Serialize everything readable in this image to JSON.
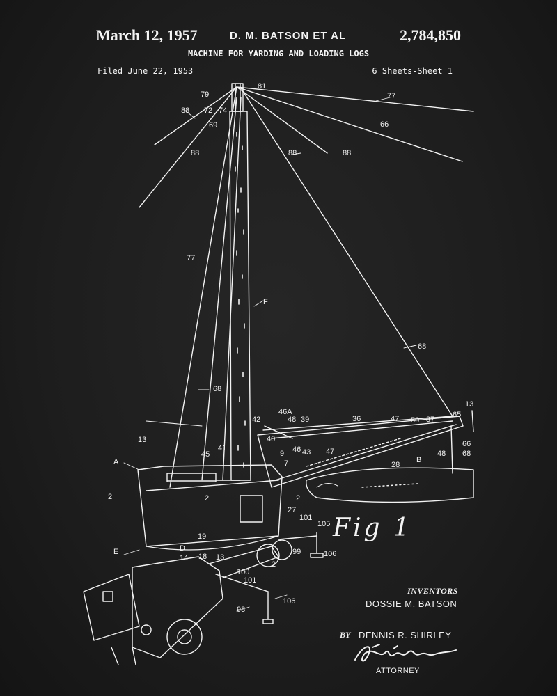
{
  "header": {
    "date": "March 12, 1957",
    "inventor": "D. M. BATSON  ET AL",
    "patent_number": "2,784,850",
    "title": "MACHINE FOR YARDING AND LOADING LOGS",
    "filed": "Filed June 22, 1953",
    "sheets": "6 Sheets-Sheet 1"
  },
  "figure_label": "Fig 1",
  "references": [
    {
      "id": "r81",
      "text": "81"
    },
    {
      "id": "r79",
      "text": "79"
    },
    {
      "id": "r77a",
      "text": "77"
    },
    {
      "id": "r88a",
      "text": "88"
    },
    {
      "id": "r72",
      "text": "72"
    },
    {
      "id": "r74",
      "text": "74"
    },
    {
      "id": "r69",
      "text": "69"
    },
    {
      "id": "r66a",
      "text": "66"
    },
    {
      "id": "r88b",
      "text": "88"
    },
    {
      "id": "r88c",
      "text": "88"
    },
    {
      "id": "r88d",
      "text": "88"
    },
    {
      "id": "r77b",
      "text": "77"
    },
    {
      "id": "rF",
      "text": "F"
    },
    {
      "id": "r68a",
      "text": "68"
    },
    {
      "id": "r68b",
      "text": "68"
    },
    {
      "id": "r13a",
      "text": "13"
    },
    {
      "id": "r46A",
      "text": "46A"
    },
    {
      "id": "r42",
      "text": "42"
    },
    {
      "id": "r48a",
      "text": "48"
    },
    {
      "id": "r39",
      "text": "39"
    },
    {
      "id": "r36",
      "text": "36"
    },
    {
      "id": "r47a",
      "text": "47"
    },
    {
      "id": "r50",
      "text": "50"
    },
    {
      "id": "r37",
      "text": "37"
    },
    {
      "id": "r65",
      "text": "65"
    },
    {
      "id": "r13b",
      "text": "13"
    },
    {
      "id": "r41",
      "text": "41"
    },
    {
      "id": "r40",
      "text": "40"
    },
    {
      "id": "r9",
      "text": "9"
    },
    {
      "id": "r46",
      "text": "46"
    },
    {
      "id": "r43",
      "text": "43"
    },
    {
      "id": "r47b",
      "text": "47"
    },
    {
      "id": "rB",
      "text": "B"
    },
    {
      "id": "r66b",
      "text": "66"
    },
    {
      "id": "r68c",
      "text": "68"
    },
    {
      "id": "r48b",
      "text": "48"
    },
    {
      "id": "r45",
      "text": "45"
    },
    {
      "id": "rA",
      "text": "A"
    },
    {
      "id": "r7",
      "text": "7"
    },
    {
      "id": "r28",
      "text": "28"
    },
    {
      "id": "r2a",
      "text": "2"
    },
    {
      "id": "r2b",
      "text": "2"
    },
    {
      "id": "r2c",
      "text": "2"
    },
    {
      "id": "r2d",
      "text": "2"
    },
    {
      "id": "r27",
      "text": "27"
    },
    {
      "id": "r101a",
      "text": "101"
    },
    {
      "id": "r105",
      "text": "105"
    },
    {
      "id": "r19",
      "text": "19"
    },
    {
      "id": "rD",
      "text": "D"
    },
    {
      "id": "r14",
      "text": "14"
    },
    {
      "id": "r18",
      "text": "18"
    },
    {
      "id": "r13c",
      "text": "13"
    },
    {
      "id": "r99",
      "text": "99"
    },
    {
      "id": "r106a",
      "text": "106"
    },
    {
      "id": "rE",
      "text": "E"
    },
    {
      "id": "r100",
      "text": "100"
    },
    {
      "id": "r101b",
      "text": "101"
    },
    {
      "id": "r98",
      "text": "98"
    },
    {
      "id": "r106b",
      "text": "106"
    }
  ],
  "inventors": {
    "label": "INVENTORS",
    "name_1": "DOSSIE M. BATSON",
    "by": "BY",
    "name_2": "DENNIS R. SHIRLEY",
    "attorney": "ATTORNEY"
  },
  "colors": {
    "background": "#1d1d1d",
    "ink": "#f2f2f2"
  }
}
